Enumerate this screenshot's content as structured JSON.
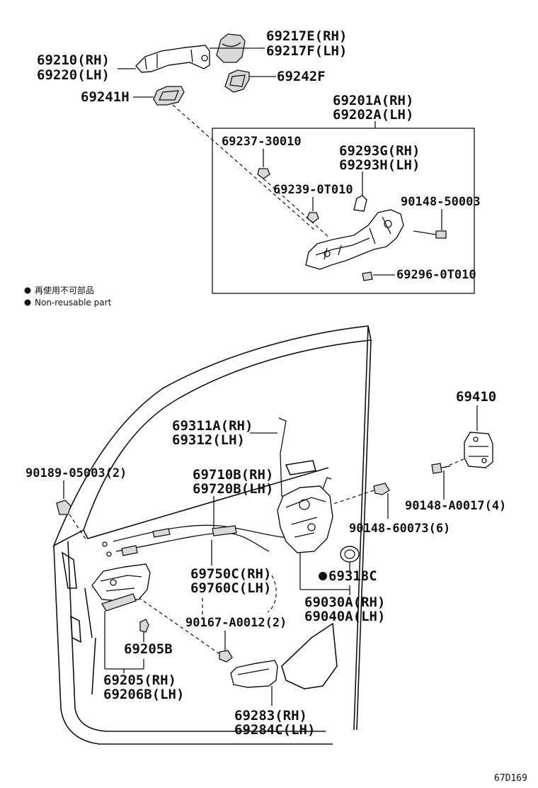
{
  "parts": {
    "handle_rh": "69210(RH)",
    "handle_lh": "69220(LH)",
    "cap_rh": "69217E(RH)",
    "cap_lh": "69217F(LH)",
    "pad_f": "69242F",
    "pad_h": "69241H",
    "frame_rh": "69201A(RH)",
    "frame_lh": "69202A(LH)",
    "bolt_30010": "69237-30010",
    "cover_rh": "69293G(RH)",
    "cover_lh": "69293H(LH)",
    "nut_0t010": "69239-0T010",
    "screw_50003": "90148-50003",
    "plate_0t010": "69296-0T010",
    "rod_rh": "69311A(RH)",
    "rod_lh": "69312(LH)",
    "clip_05003": "90189-05003(2)",
    "cable_rh": "69710B(RH)",
    "cable_lh": "69720B(LH)",
    "striker": "69410",
    "screw_a0017": "90148-A0017(4)",
    "screw_60073": "90148-60073(6)",
    "cable2_rh": "69750C(RH)",
    "cable2_lh": "69760C(LH)",
    "seal_69318c": "69318C",
    "lock_rh": "69030A(RH)",
    "lock_lh": "69040A(LH)",
    "screw_a0012": "90167-A0012(2)",
    "inner_b": "69205B",
    "inner_rh": "69205(RH)",
    "inner_lh": "69206B(LH)",
    "bezel_rh": "69283(RH)",
    "bezel_lh": "69284C(LH)"
  },
  "legend": {
    "jp": "再使用不可部品",
    "en": "Non-reusable part"
  },
  "diagram_code": "67D169"
}
